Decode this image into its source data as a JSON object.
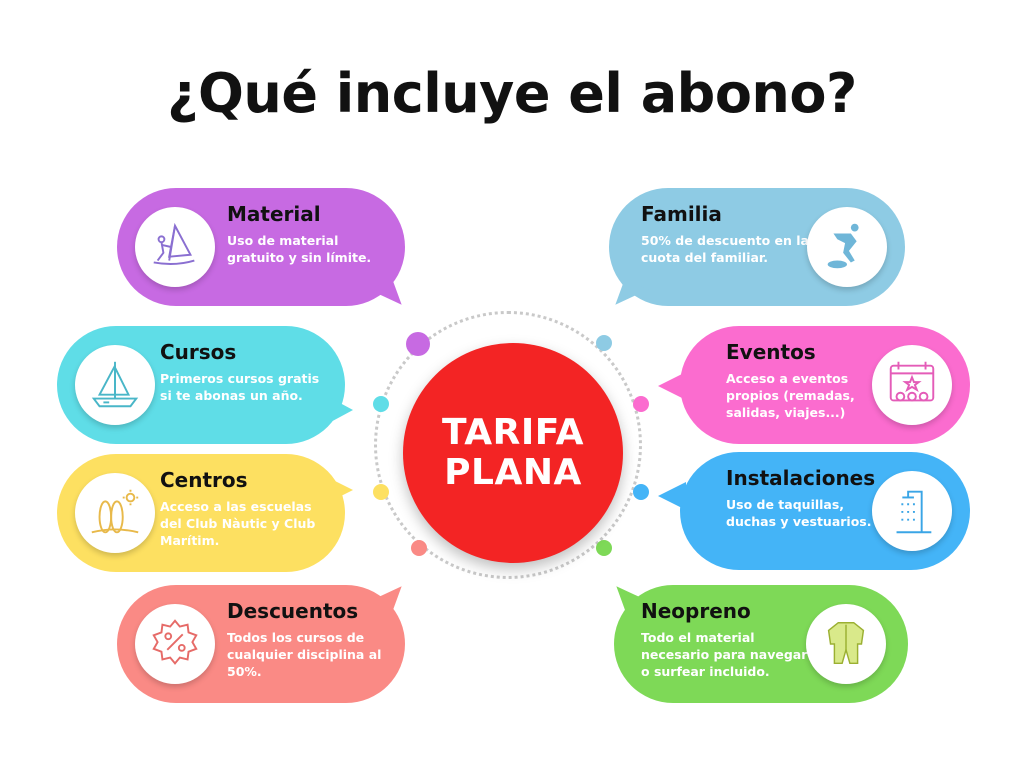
{
  "title": "¿Qué incluye el abono?",
  "center": {
    "line1": "TARIFA",
    "line2": "PLANA"
  },
  "items": [
    {
      "title": "Material",
      "desc": "Uso de material gratuito y sin límite.",
      "color": "#c76ae2",
      "icon": "windsurf-icon"
    },
    {
      "title": "Cursos",
      "desc": "Primeros cursos gratis si te abonas un año.",
      "color": "#5fdde7",
      "icon": "sailboat-icon"
    },
    {
      "title": "Centros",
      "desc": "Acceso a las escuelas del Club Nàutic y Club Marítim.",
      "color": "#fde061",
      "icon": "surfboards-beach-icon"
    },
    {
      "title": "Descuentos",
      "desc": "Todos los cursos de cualquier disciplina al 50%.",
      "color": "#fa8a85",
      "icon": "discount-badge-icon"
    },
    {
      "title": "Familia",
      "desc": "50% de descuento en la cuota del familiar.",
      "color": "#8ecbe4",
      "icon": "surfer-icon"
    },
    {
      "title": "Eventos",
      "desc": "Acceso a eventos propios (remadas, salidas, viajes...)",
      "color": "#fb6ccf",
      "icon": "calendar-event-icon"
    },
    {
      "title": "Instalaciones",
      "desc": "Uso de taquillas, duchas y vestuarios.",
      "color": "#44b4f7",
      "icon": "shower-icon"
    },
    {
      "title": "Neopreno",
      "desc": "Todo el material necesario para navegar o surfear incluido.",
      "color": "#7ed957",
      "icon": "wetsuit-icon"
    }
  ],
  "dot_colors": [
    "#c76ae2",
    "#8ecbe4",
    "#5fdde7",
    "#fb6ccf",
    "#fde061",
    "#44b4f7",
    "#fa8a85",
    "#7ed957"
  ]
}
